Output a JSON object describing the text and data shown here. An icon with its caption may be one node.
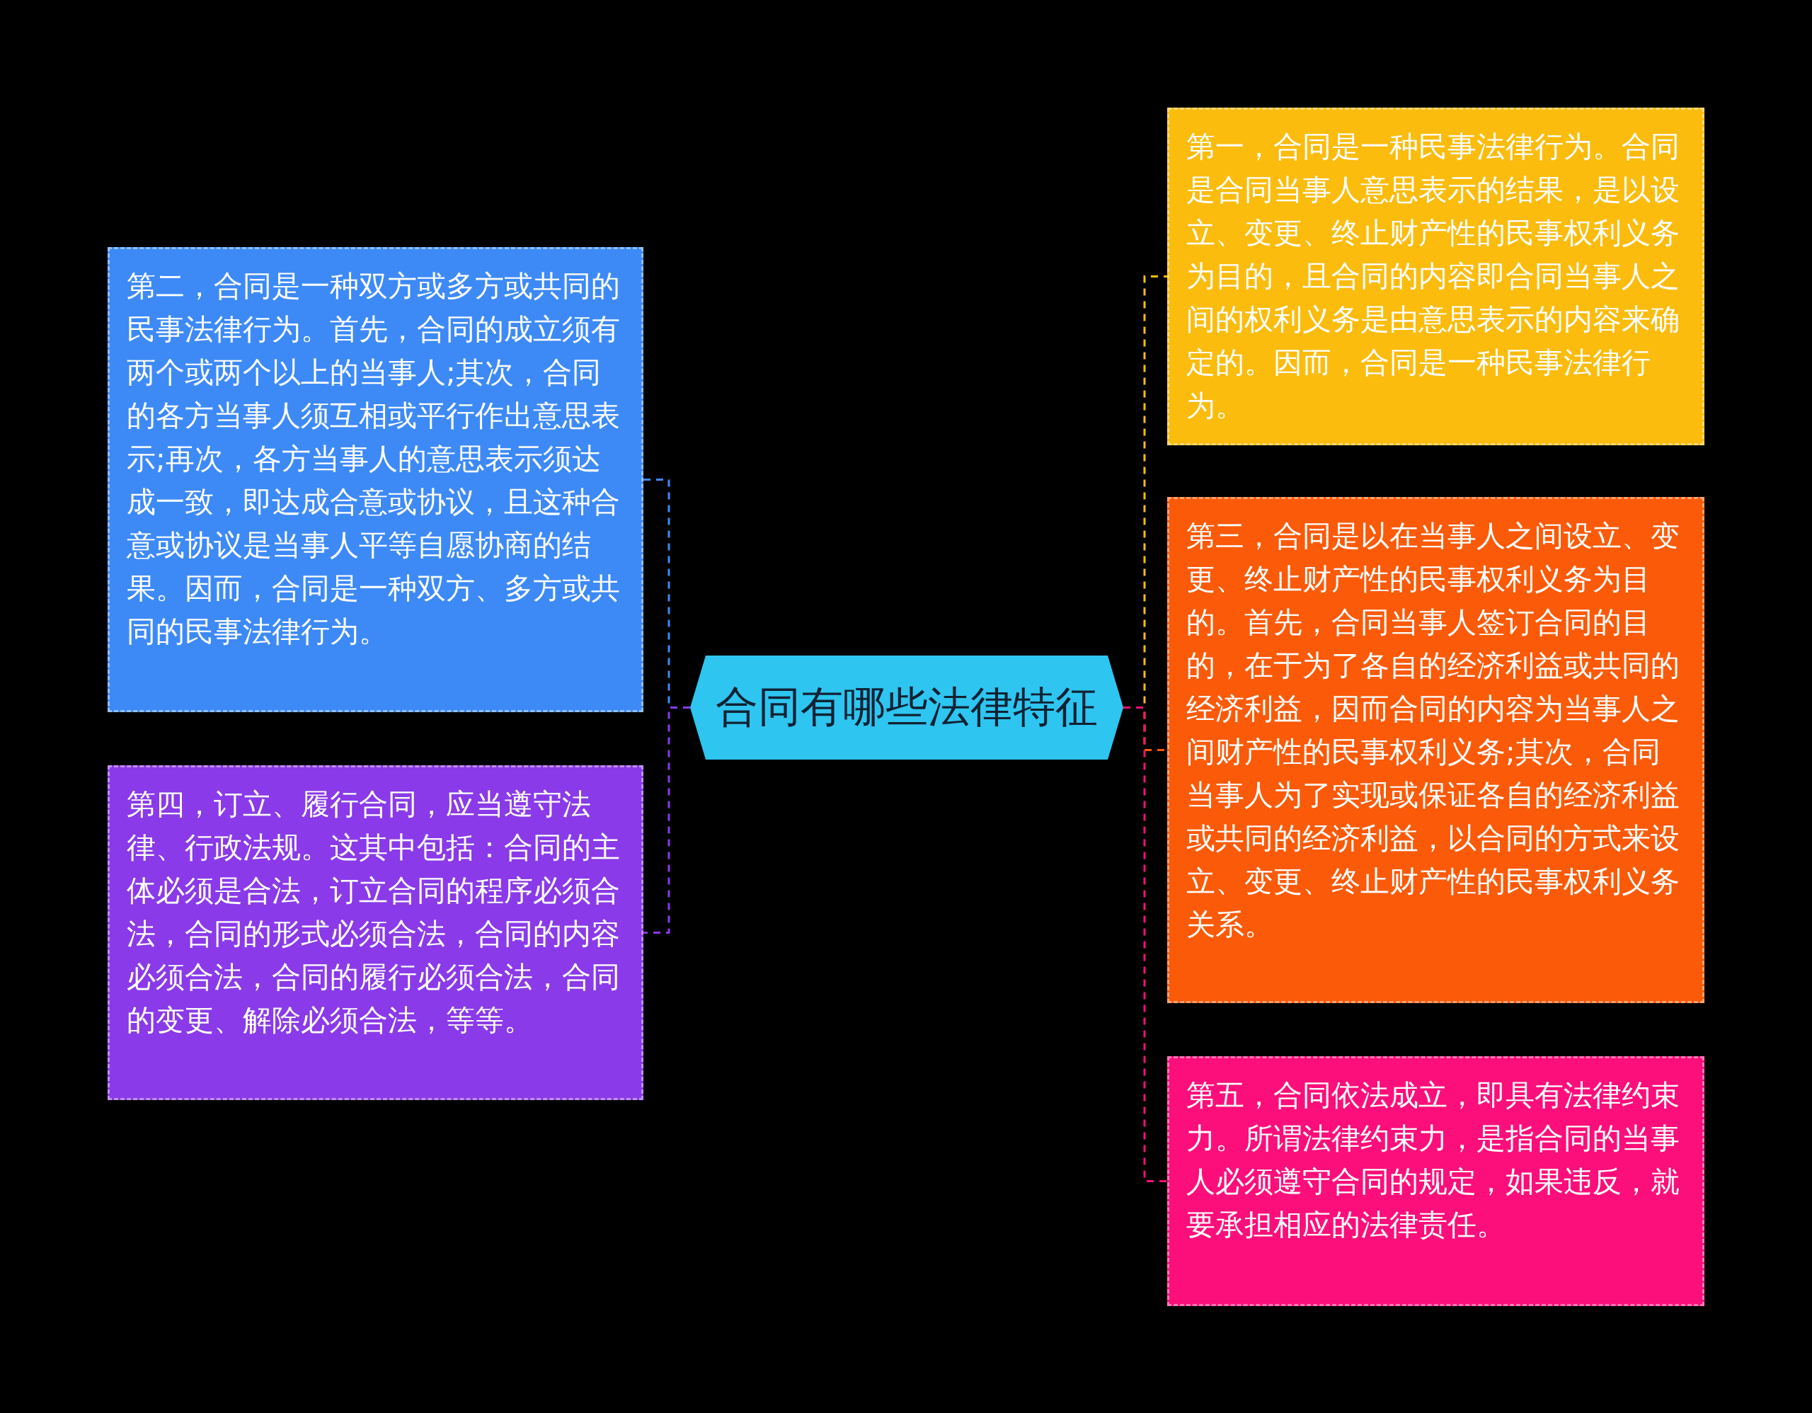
{
  "diagram": {
    "nodes": [
      {
        "text": [
          "合同有哪些法律特征"
        ]
      },
      {
        "text": [
          "第二，合同是一种双方或多方或共同的民事法律行为。首先，合同的成立须有两个或两个以上的当事人;其次，合同的各方当事人须互相或平行作出意思表示;再次，各方当事人的意思表示须达成一致，即达成合意或协议，且这种合意或协议是当事人平等自愿协商的结果。因而，合同是一种双方、多方或共同的民事法律行为。"
        ]
      },
      {
        "text": [
          "第四，订立、履行合同，应当遵守法律、行政法规。这其中包括：合同的主体必须是合法，订立合同的程序必须合法，合同的形式必须合法，合同的内容必须合法，合同的履行必须合法，合同的变更、解除必须合法，等等。"
        ]
      },
      {
        "text": [
          "第一，合同是一种民事法律行为。合同是合同当事人意思表示的结果，是以设立、变更、终止财产性的民事权利义务为目的，且合同的内容即合同当事人之间的权利义务是由意思表示的内容来确定的。因而，合同是一种民事法律行为。"
        ]
      },
      {
        "text": [
          "第三，合同是以在当事人之间设立、变更、终止财产性的民事权利义务为目的。首先，合同当事人签订合同的目的，在于为了各自的经济利益或共同的经济利益，因而合同的内容为当事人之间财产性的民事权利义务;其次，合同当事人为了实现或保证各自的经济利益或共同的经济利益，以合同的方式来设立、变更、终止财产性的民事权利义务关系。"
        ]
      },
      {
        "text": [
          "第五，合同依法成立，即具有法律约束力。所谓法律约束力，是指合同的当事人必须遵守合同的规定，如果违反，就要承担相应的法律责任。"
        ]
      }
    ],
    "edges": [
      {
        "from": 0,
        "to": 1,
        "arrow": "none",
        "style": "dashed",
        "color": "#3d8af7"
      },
      {
        "from": 0,
        "to": 2,
        "arrow": "none",
        "style": "dashed",
        "color": "#8a3ae8"
      },
      {
        "from": 0,
        "to": 3,
        "arrow": "none",
        "style": "dashed",
        "color": "#fbbc0e"
      },
      {
        "from": 0,
        "to": 4,
        "arrow": "none",
        "style": "dashed",
        "color": "#fb5a08"
      },
      {
        "from": 0,
        "to": 5,
        "arrow": "none",
        "style": "dashed",
        "color": "#fc0f7a"
      }
    ]
  }
}
